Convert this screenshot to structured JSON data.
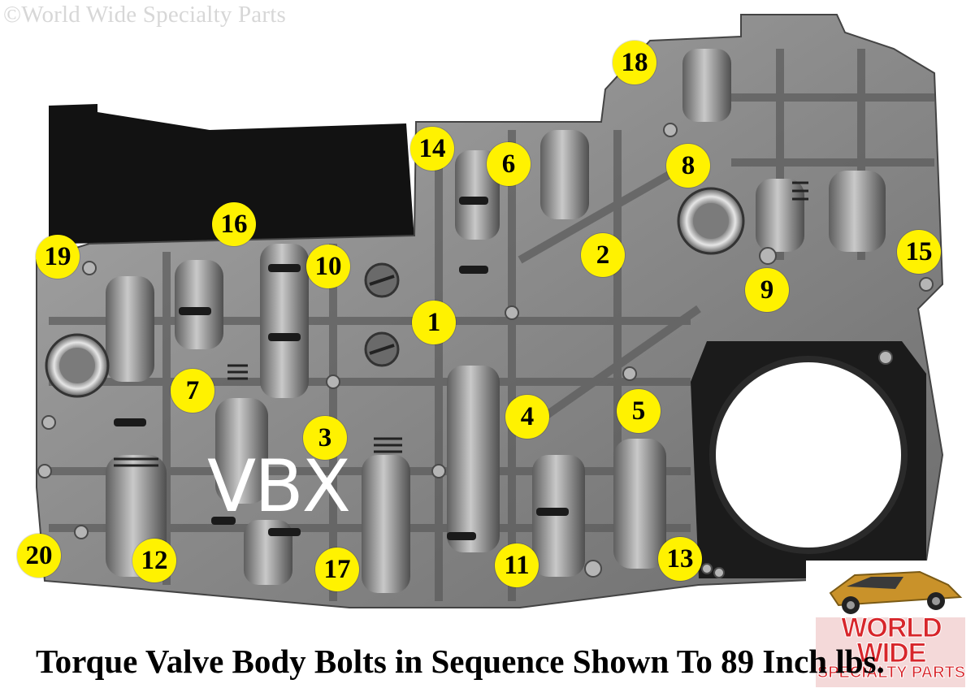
{
  "watermark": "©World Wide Specialty Parts",
  "caption": "Torque Valve Body Bolts in Sequence Shown To 89 Inch lbs.",
  "part_label": "VBX",
  "logo": {
    "line1": "WORLD WIDE",
    "line2": "SPECIALTY PARTS"
  },
  "colors": {
    "badge": "#fff200",
    "metal": "#8a8a8a",
    "logo_red": "#d7262b"
  },
  "bolts": [
    "1",
    "2",
    "3",
    "4",
    "5",
    "6",
    "7",
    "8",
    "9",
    "10",
    "11",
    "12",
    "13",
    "14",
    "15",
    "16",
    "17",
    "18",
    "19",
    "20"
  ]
}
